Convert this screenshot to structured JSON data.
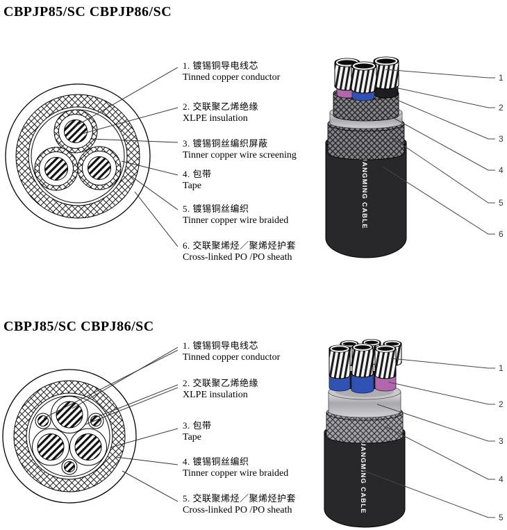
{
  "sections": [
    {
      "title": "CBPJP85/SC CBPJP86/SC",
      "labels": [
        {
          "zh": "1. 镀锡铜导电线芯",
          "en": "Tinned copper conductor"
        },
        {
          "zh": "2. 交联聚乙烯绝缘",
          "en": "XLPE insulation"
        },
        {
          "zh": "3. 镀锡铜丝编织屏蔽",
          "en": "Tinner copper wire screening"
        },
        {
          "zh": "4. 包带",
          "en": "Tape"
        },
        {
          "zh": "5. 镀锡铜丝编织",
          "en": "Tinner copper wire braided"
        },
        {
          "zh": "6. 交联聚烯烃／聚烯烃护套",
          "en": "Cross-linked PO /PO sheath"
        }
      ],
      "callouts": [
        "1",
        "2",
        "3",
        "4",
        "5",
        "6"
      ],
      "cable_text": "GUANGMING CABLE"
    },
    {
      "title": "CBPJ85/SC CBPJ86/SC",
      "labels": [
        {
          "zh": "1. 镀锡铜导电线芯",
          "en": "Tinned copper conductor"
        },
        {
          "zh": "2. 交联聚乙烯绝缘",
          "en": "XLPE insulation"
        },
        {
          "zh": "3. 包带",
          "en": "Tape"
        },
        {
          "zh": "4. 镀锡铜丝编织",
          "en": "Tinner copper wire braided"
        },
        {
          "zh": "5. 交联聚烯烃／聚烯烃护套",
          "en": "Cross-linked PO /PO sheath"
        }
      ],
      "callouts": [
        "1",
        "2",
        "3",
        "4",
        "5"
      ],
      "cable_text": "GUANGMING CABLE"
    }
  ],
  "colors": {
    "sheath_black": "#28282b",
    "insulation_purple": "#b266ae",
    "insulation_blue": "#3052b4",
    "tape_silver": "#c9c9cd",
    "braid_gray": "#85858a"
  }
}
